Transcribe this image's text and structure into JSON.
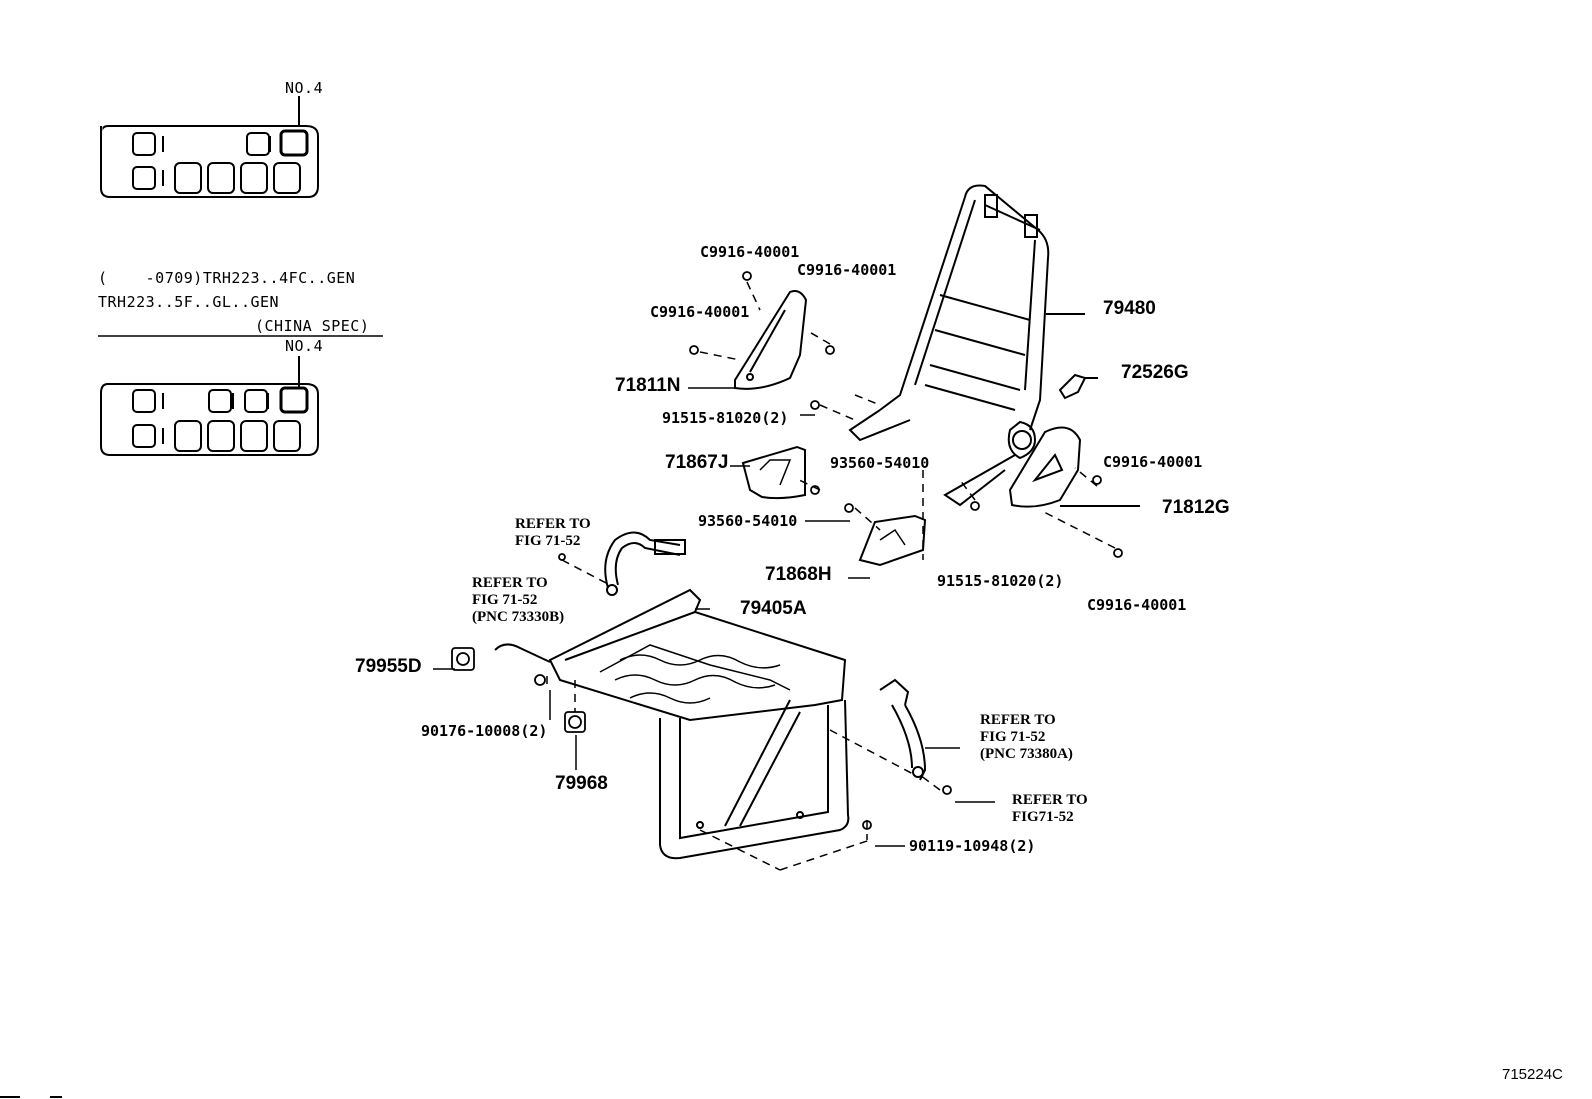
{
  "inset_top": {
    "position_label": "NO.4"
  },
  "applicability": {
    "line1": "(    -0709)TRH223..4FC..GEN",
    "line2": "TRH223..5F..GL..GEN",
    "line3": "(CHINA SPEC)"
  },
  "inset_bottom": {
    "position_label": "NO.4"
  },
  "parts": {
    "p79480": "79480",
    "p72526G": "72526G",
    "p71811N": "71811N",
    "p71812G": "71812G",
    "p71867J": "71867J",
    "p71868H": "71868H",
    "p79405A": "79405A",
    "p79955D": "79955D",
    "p79968": "79968",
    "c9916_a": "C9916-40001",
    "c9916_b": "C9916-40001",
    "c9916_c": "C9916-40001",
    "c9916_d": "C9916-40001",
    "c9916_e": "C9916-40001",
    "bolt_91515_a": "91515-81020(2)",
    "bolt_91515_b": "91515-81020(2)",
    "nut_93560_a": "93560-54010",
    "nut_93560_b": "93560-54010",
    "nut_90176": "90176-10008(2)",
    "bolt_90119": "90119-10948(2)"
  },
  "references": {
    "ref1": [
      "REFER TO",
      "FIG 71-52"
    ],
    "ref2": [
      "REFER TO",
      "FIG 71-52",
      "(PNC 73330B)"
    ],
    "ref3": [
      "REFER TO",
      "FIG 71-52",
      "(PNC 73380A)"
    ],
    "ref4": [
      "REFER TO",
      "FIG71-52"
    ]
  },
  "figure_id": "715224C"
}
